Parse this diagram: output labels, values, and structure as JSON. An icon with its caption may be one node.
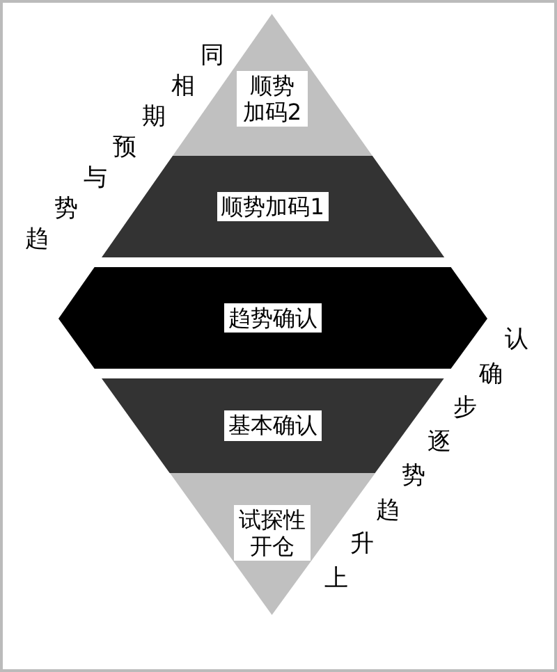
{
  "diagram": {
    "nodes": [
      {
        "text": [
          "顺势加码2"
        ]
      },
      {
        "text": [
          "顺势加码1"
        ]
      },
      {
        "text": [
          "趋势确认"
        ]
      },
      {
        "text": [
          "基本确认"
        ]
      },
      {
        "text": [
          "试探性开仓"
        ]
      }
    ],
    "labels": [
      "趋势与预期相同",
      "上升趋势逐步确认"
    ]
  }
}
